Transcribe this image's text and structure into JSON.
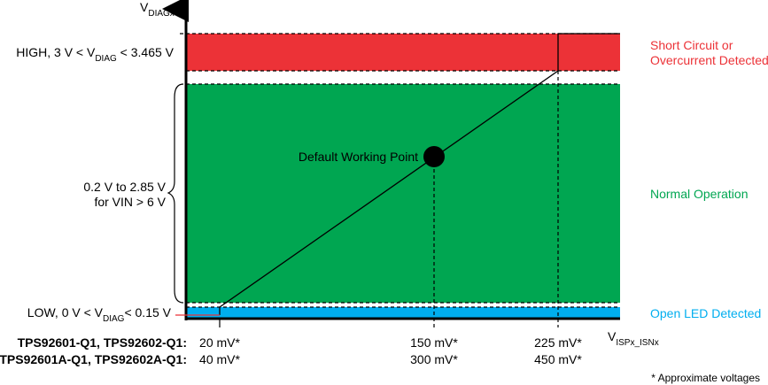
{
  "y_axis": {
    "label_main": "V",
    "label_sub": "DIAGx"
  },
  "x_axis": {
    "label_main": "V",
    "label_sub": "ISPx_ISNx"
  },
  "levels": {
    "high": {
      "pre": "HIGH, 3 V < V",
      "sub": "DIAG",
      "post": " < 3.465 V"
    },
    "mid_line1": "0.2 V to 2.85 V",
    "mid_line2": "for VIN > 6 V",
    "low": {
      "pre": "LOW, 0 V < V",
      "sub": "DIAG",
      "post": "< 0.15 V"
    }
  },
  "regions": {
    "short": {
      "line1": "Short Circuit or",
      "line2": "Overcurrent Detected",
      "color": "#ec3237"
    },
    "normal": {
      "label": "Normal Operation",
      "color": "#00a651"
    },
    "open": {
      "label": "Open LED Detected",
      "color": "#00aeef"
    }
  },
  "working_point": "Default Working Point",
  "devices": [
    {
      "name": "TPS92601-Q1, TPS92602-Q1:",
      "values": [
        "20 mV*",
        "150 mV*",
        "225 mV*"
      ]
    },
    {
      "name": "TPS92601A-Q1, TPS92602A-Q1:",
      "values": [
        "40 mV*",
        "300 mV*",
        "450 mV*"
      ]
    }
  ],
  "footnote": "* Approximate voltages"
}
